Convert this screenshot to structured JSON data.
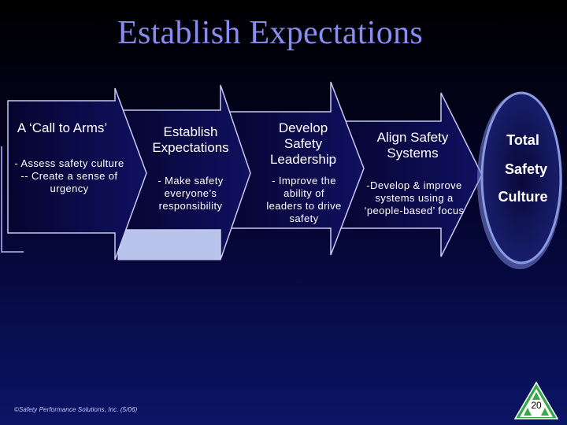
{
  "slide": {
    "title": "Establish Expectations",
    "copyright": "©Safety Performance Solutions, Inc. (5/06)",
    "page_number": "20"
  },
  "steps": [
    {
      "heading": "A ‘Call to Arms’",
      "body": "- Assess safety culture\n-- Create a sense of urgency"
    },
    {
      "heading": "Establish Expectations",
      "body": "- Make safety everyone’s responsibility"
    },
    {
      "heading": "Develop Safety Leadership",
      "body": "- Improve the ability of leaders to drive safety"
    },
    {
      "heading": "Align Safety Systems",
      "body": "-Develop & improve systems using a ‘people-based’ focus"
    }
  ],
  "goal": {
    "line1": "Total",
    "line2": "Safety",
    "line3": "Culture"
  },
  "colors": {
    "title": "#8a8df0",
    "arrow_fill": "#06063a",
    "arrow_stroke": "#c8c8f0",
    "highlight": "#b8c4ec",
    "circle_fill": "#0a0a4a",
    "circle_stroke": "#8a9ae0"
  }
}
